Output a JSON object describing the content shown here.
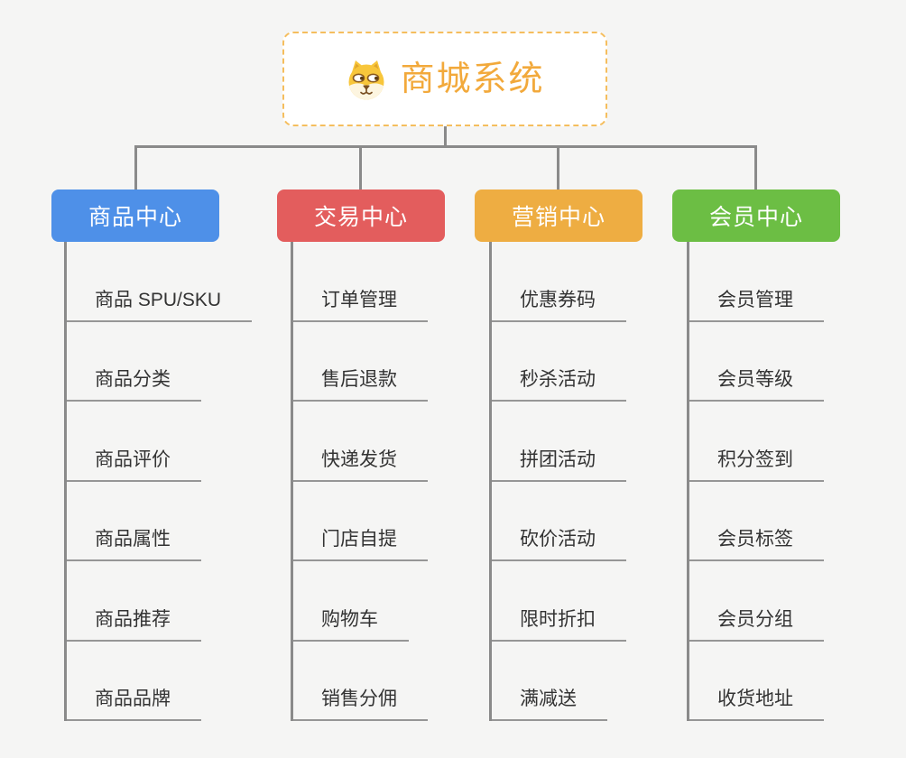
{
  "root": {
    "title": "商城系统",
    "icon": "dog-face-icon",
    "accent": "#f2a93b",
    "border_color": "#f5be5e"
  },
  "branches": [
    {
      "label": "商品中心",
      "color": "#4e90e8",
      "children": [
        "商品 SPU/SKU",
        "商品分类",
        "商品评价",
        "商品属性",
        "商品推荐",
        "商品品牌"
      ]
    },
    {
      "label": "交易中心",
      "color": "#e35d5d",
      "children": [
        "订单管理",
        "售后退款",
        "快递发货",
        "门店自提",
        "购物车",
        "销售分佣"
      ]
    },
    {
      "label": "营销中心",
      "color": "#eead42",
      "children": [
        "优惠券码",
        "秒杀活动",
        "拼团活动",
        "砍价活动",
        "限时折扣",
        "满减送"
      ]
    },
    {
      "label": "会员中心",
      "color": "#6cbe44",
      "children": [
        "会员管理",
        "会员等级",
        "积分签到",
        "会员标签",
        "会员分组",
        "收货地址"
      ]
    }
  ],
  "colors": {
    "background": "#f5f5f4",
    "connector": "#8a8a8a",
    "underline": "#969696",
    "leaf_text": "#333333",
    "branch_text": "#ffffff"
  }
}
